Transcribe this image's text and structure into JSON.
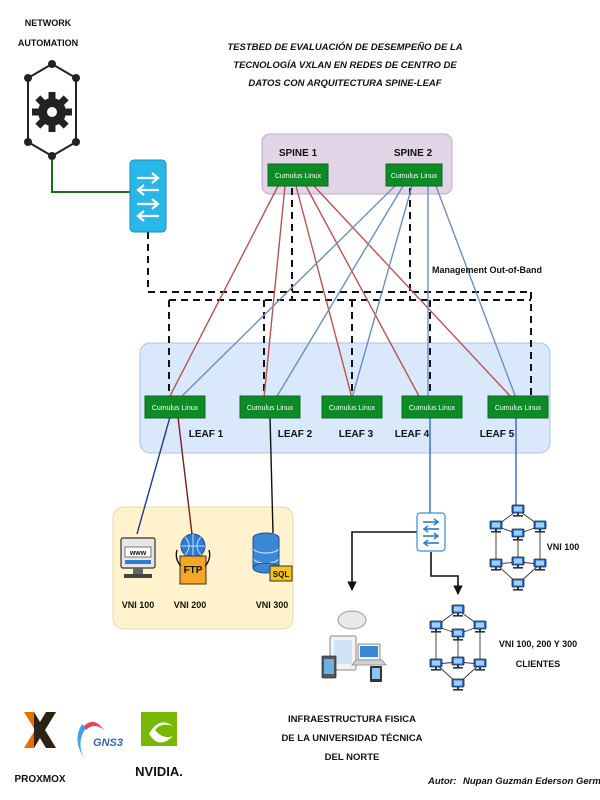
{
  "title_lines": [
    "TESTBED DE EVALUACIÓN DE DESEMPEÑO DE LA",
    "TECNOLOGÍA VXLAN EN REDES DE CENTRO DE",
    "DATOS CON ARQUITECTURA SPINE-LEAF"
  ],
  "network_automation": [
    "NETWORK",
    "AUTOMATION"
  ],
  "spines": [
    {
      "label": "SPINE 1",
      "device": "Cumulus Linux"
    },
    {
      "label": "SPINE 2",
      "device": "Cumulus Linux"
    }
  ],
  "leaves": [
    {
      "label": "LEAF 1",
      "device": "Cumulus Linux"
    },
    {
      "label": "LEAF 2",
      "device": "Cumulus Linux"
    },
    {
      "label": "LEAF 3",
      "device": "Cumulus Linux"
    },
    {
      "label": "LEAF 4",
      "device": "Cumulus Linux"
    },
    {
      "label": "LEAF 5",
      "device": "Cumulus Linux"
    }
  ],
  "management_label": "Management Out-of-Band",
  "services": [
    {
      "label": "VNI 100",
      "icon": "www-server-icon",
      "badge": "www"
    },
    {
      "label": "VNI 200",
      "icon": "ftp-server-icon",
      "badge": "FTP"
    },
    {
      "label": "VNI 300",
      "icon": "sql-database-icon",
      "badge": "SQL"
    }
  ],
  "vni100_label": "VNI 100",
  "clients_label_lines": [
    "VNI 100, 200 Y 300",
    "CLIENTES"
  ],
  "infra_label_lines": [
    "INFRAESTRUCTURA FISICA",
    "DE LA UNIVERSIDAD TÉCNICA",
    "DEL NORTE"
  ],
  "logos": {
    "proxmox": "PROXMOX",
    "gns3": "GNS3",
    "nvidia": "NVIDIA."
  },
  "author_prefix": "Autor:",
  "author_name": "Nupan Guzmán Ederson Germán",
  "colors": {
    "spine_bg": "#e1d5e7",
    "leaf_bg": "#dae8fc",
    "service_bg": "#fff2cc",
    "device_green": "#0e8a26",
    "link_red": "#b85450",
    "link_blue": "#6c8ebf",
    "switch_blue": "#27b7e8"
  }
}
